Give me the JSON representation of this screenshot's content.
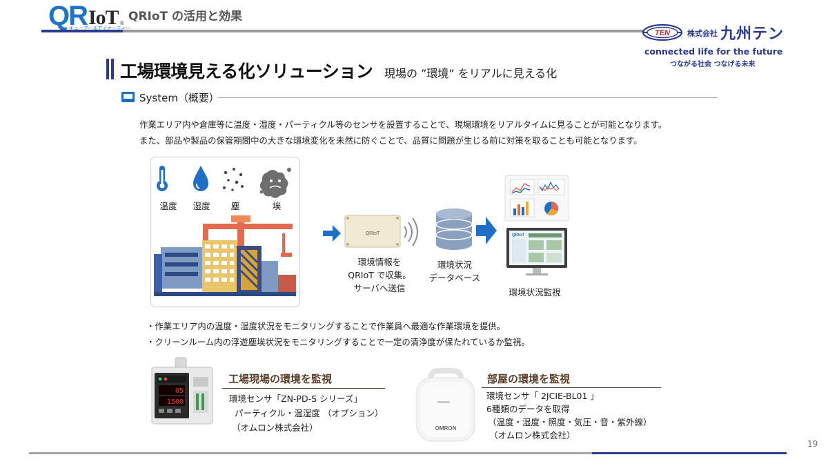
{
  "header": {
    "logo_main": "QR",
    "logo_iot": "IoT",
    "logo_reg": "®",
    "logo_sub": "キューアールアイオーティー",
    "title": "QRIoT の活用と効果"
  },
  "corp": {
    "badge": "TEN",
    "kabushiki": "株式会社",
    "name": "九州テン",
    "tagline": "connected life for the future",
    "tagline_jp": "つながる社会 つなげる未来"
  },
  "slide": {
    "title": "工場環境見える化ソリューション",
    "subtitle": "現場の ”環境” をリアルに見える化",
    "section": "System（概要）",
    "para1": "作業エリア内や倉庫等に温度・湿度・パーティクル等のセンサを設置することで、現場環境をリアルタイムに見ることが可能となります。",
    "para2": "また、部品や製品の保管期間中の大きな環境変化を未然に防ぐことで、品質に問題が生じる前に対策を取ることも可能となります。"
  },
  "sensors": [
    "温度",
    "湿度",
    "塵",
    "埃"
  ],
  "device_label": "QRIoT",
  "flow": {
    "collect": [
      "環境情報を",
      "QRIoT で収集。",
      "サーバへ送信"
    ],
    "database": [
      "環境状況",
      "データベース"
    ],
    "monitor": "環境状況監視"
  },
  "bullets": [
    "・作業エリア内の温度・湿度状況をモニタリングすることで作業員へ最適な作業環境を提供。",
    "・クリーンルーム内の浮遊塵埃状況をモニタリングすることで一定の清浄度が保たれているか監視。"
  ],
  "products": [
    {
      "title": "工場現場の環境を監視",
      "lines": [
        "環境センサ「ZN-PD-S シリーズ」",
        "パーティクル・温湿度 （オプション）",
        "（オムロン株式会社）"
      ]
    },
    {
      "title": "部屋の環境を監視",
      "lines": [
        "環境センサ「 2JCIE-BL01 」",
        "6種類のデータを取得",
        "（温度・湿度・照度・気圧・音・紫外線）",
        "（オムロン株式会社）"
      ]
    }
  ],
  "device_screens": {
    "sensor1_top": "05",
    "sensor1_bottom": "1500",
    "sensor2_brand": "OMRON",
    "monitor_logo": "QRIoT"
  },
  "page_number": "19",
  "colors": {
    "navy": "#2a3a8f",
    "blue": "#1f6fc4",
    "brown": "#5a3e2b",
    "gray": "#9a9a9a"
  }
}
